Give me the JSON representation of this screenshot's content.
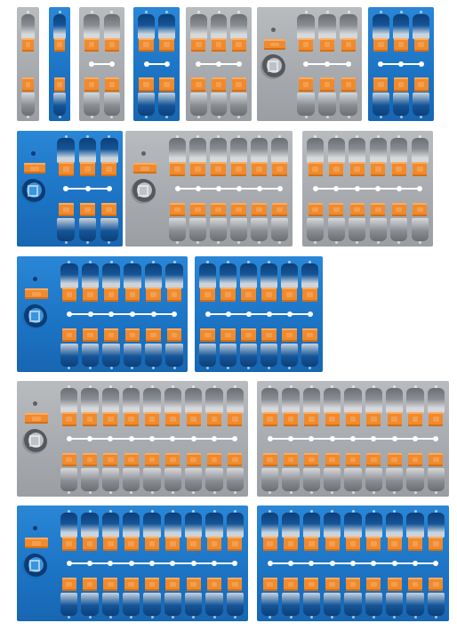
{
  "colors": {
    "gray_housing": "#a6a9ad",
    "blue_housing": "#1c73c4",
    "lever": "#f08a2c",
    "bus_bar": "#ffffff"
  },
  "terminal_blocks": [
    {
      "id": "block-1-gray",
      "color": "gray",
      "poles": 1,
      "mounting_flange": false
    },
    {
      "id": "block-1-blue",
      "color": "blue",
      "poles": 1,
      "mounting_flange": false
    },
    {
      "id": "block-2-gray",
      "color": "gray",
      "poles": 2,
      "mounting_flange": false
    },
    {
      "id": "block-2-blue",
      "color": "blue",
      "poles": 2,
      "mounting_flange": false
    },
    {
      "id": "block-3-gray",
      "color": "gray",
      "poles": 3,
      "mounting_flange": false
    },
    {
      "id": "block-3-gray-flange",
      "color": "gray",
      "poles": 3,
      "mounting_flange": true
    },
    {
      "id": "block-3-blue",
      "color": "blue",
      "poles": 3,
      "mounting_flange": false
    },
    {
      "id": "block-3-blue-flange",
      "color": "blue",
      "poles": 3,
      "mounting_flange": true
    },
    {
      "id": "block-6-gray-flange",
      "color": "gray",
      "poles": 6,
      "mounting_flange": true
    },
    {
      "id": "block-6-gray",
      "color": "gray",
      "poles": 6,
      "mounting_flange": false
    },
    {
      "id": "block-6-blue-flange",
      "color": "blue",
      "poles": 6,
      "mounting_flange": true
    },
    {
      "id": "block-6-blue",
      "color": "blue",
      "poles": 6,
      "mounting_flange": false
    },
    {
      "id": "block-9-gray-flange",
      "color": "gray",
      "poles": 9,
      "mounting_flange": true
    },
    {
      "id": "block-9-gray",
      "color": "gray",
      "poles": 9,
      "mounting_flange": false
    },
    {
      "id": "block-9-blue-flange",
      "color": "blue",
      "poles": 9,
      "mounting_flange": true
    },
    {
      "id": "block-9-blue",
      "color": "blue",
      "poles": 9,
      "mounting_flange": false
    }
  ]
}
